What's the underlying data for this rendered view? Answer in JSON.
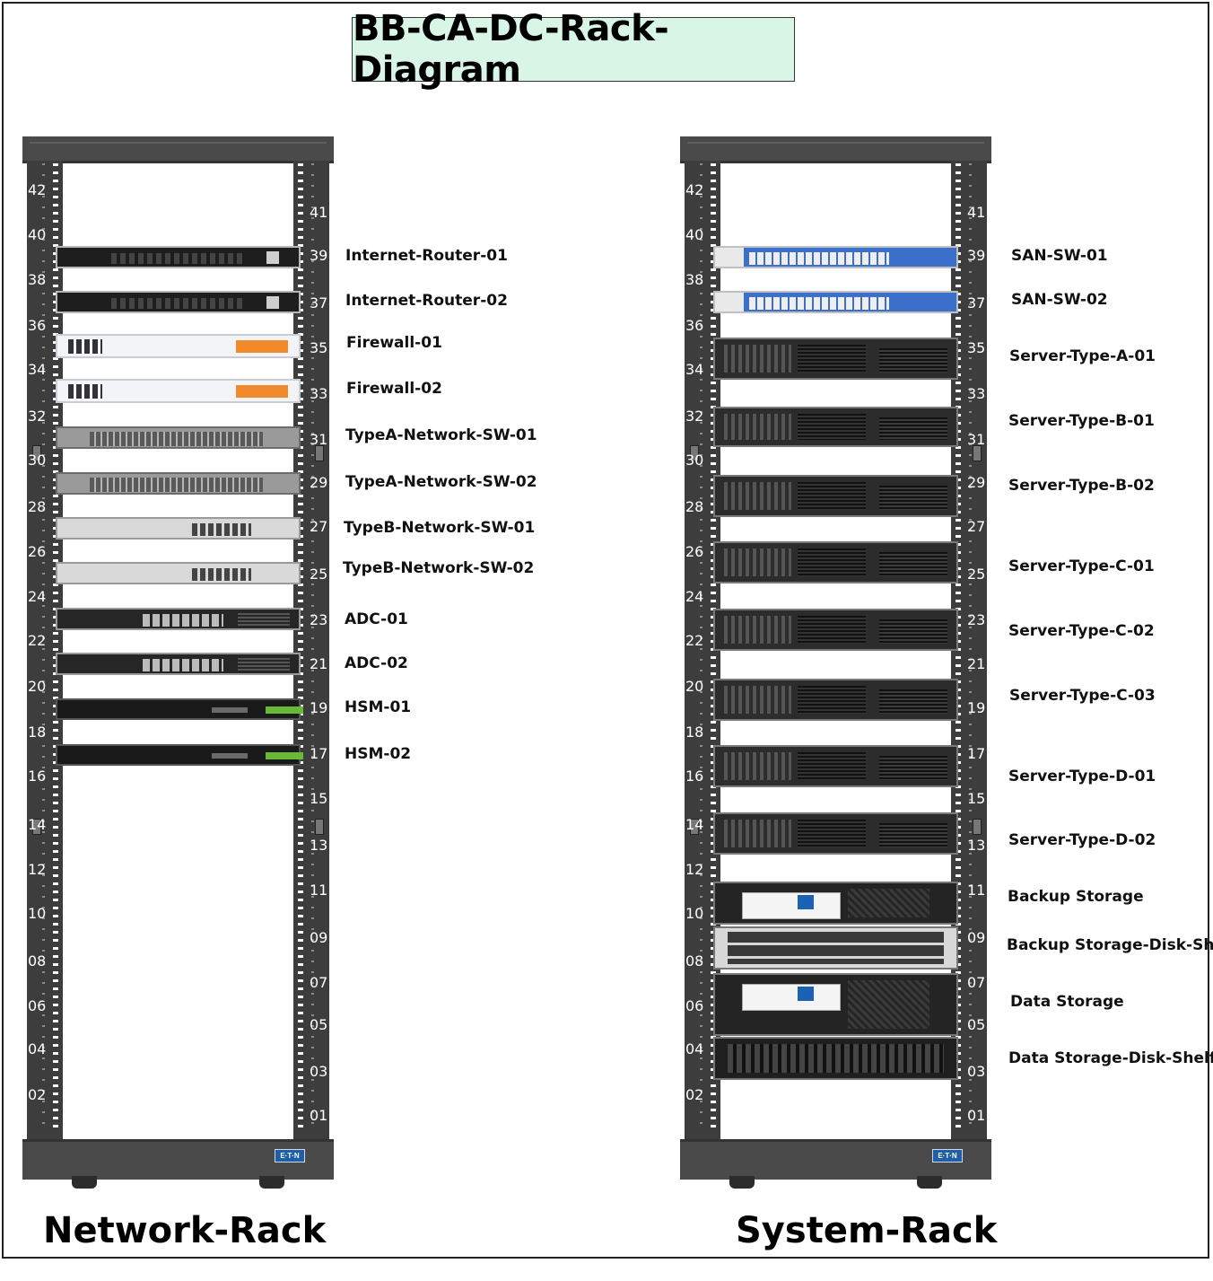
{
  "title": "BB-CA-DC-Rack-Diagram",
  "brand_label": "E·T·N",
  "colors": {
    "title_bg": "#d9f5e6",
    "rack_frame": "#3d3d3d"
  },
  "racks": [
    {
      "name": "Network-Rack",
      "units_left": [
        "42",
        "40",
        "38",
        "36",
        "34",
        "32",
        "30",
        "28",
        "26",
        "24",
        "22",
        "20",
        "18",
        "16",
        "14",
        "12",
        "10",
        "08",
        "06",
        "04",
        "02"
      ],
      "units_right": [
        "41",
        "39",
        "37",
        "35",
        "33",
        "31",
        "29",
        "27",
        "25",
        "23",
        "21",
        "19",
        "17",
        "15",
        "13",
        "11",
        "09",
        "07",
        "05",
        "03",
        "01"
      ],
      "devices": [
        {
          "label": "Internet-Router-01",
          "kind": "router"
        },
        {
          "label": "Internet-Router-02",
          "kind": "router"
        },
        {
          "label": "Firewall-01",
          "kind": "firewall"
        },
        {
          "label": "Firewall-02",
          "kind": "firewall"
        },
        {
          "label": "TypeA-Network-SW-01",
          "kind": "swA"
        },
        {
          "label": "TypeA-Network-SW-02",
          "kind": "swA"
        },
        {
          "label": "TypeB-Network-SW-01",
          "kind": "swB"
        },
        {
          "label": "TypeB-Network-SW-02",
          "kind": "swB"
        },
        {
          "label": "ADC-01",
          "kind": "adc"
        },
        {
          "label": "ADC-02",
          "kind": "adc"
        },
        {
          "label": "HSM-01",
          "kind": "hsm"
        },
        {
          "label": "HSM-02",
          "kind": "hsm"
        }
      ]
    },
    {
      "name": "System-Rack",
      "units_left": [
        "42",
        "40",
        "38",
        "36",
        "34",
        "32",
        "30",
        "28",
        "26",
        "24",
        "22",
        "20",
        "18",
        "16",
        "14",
        "12",
        "10",
        "08",
        "06",
        "04",
        "02"
      ],
      "units_right": [
        "41",
        "39",
        "37",
        "35",
        "33",
        "31",
        "29",
        "27",
        "25",
        "23",
        "21",
        "19",
        "17",
        "15",
        "13",
        "11",
        "09",
        "07",
        "05",
        "03",
        "01"
      ],
      "devices": [
        {
          "label": "SAN-SW-01",
          "kind": "san"
        },
        {
          "label": "SAN-SW-02",
          "kind": "san"
        },
        {
          "label": "Server-Type-A-01",
          "kind": "server"
        },
        {
          "label": "Server-Type-B-01",
          "kind": "server"
        },
        {
          "label": "Server-Type-B-02",
          "kind": "server"
        },
        {
          "label": "Server-Type-C-01",
          "kind": "server"
        },
        {
          "label": "Server-Type-C-02",
          "kind": "server"
        },
        {
          "label": "Server-Type-C-03",
          "kind": "server"
        },
        {
          "label": "Server-Type-D-01",
          "kind": "server"
        },
        {
          "label": "Server-Type-D-02",
          "kind": "server"
        },
        {
          "label": "Backup Storage",
          "kind": "storage"
        },
        {
          "label": "Backup Storage-Disk-Shelf",
          "kind": "shelf"
        },
        {
          "label": "Data Storage",
          "kind": "storage"
        },
        {
          "label": "Data Storage-Disk-Shelf",
          "kind": "dshelf"
        }
      ]
    }
  ]
}
